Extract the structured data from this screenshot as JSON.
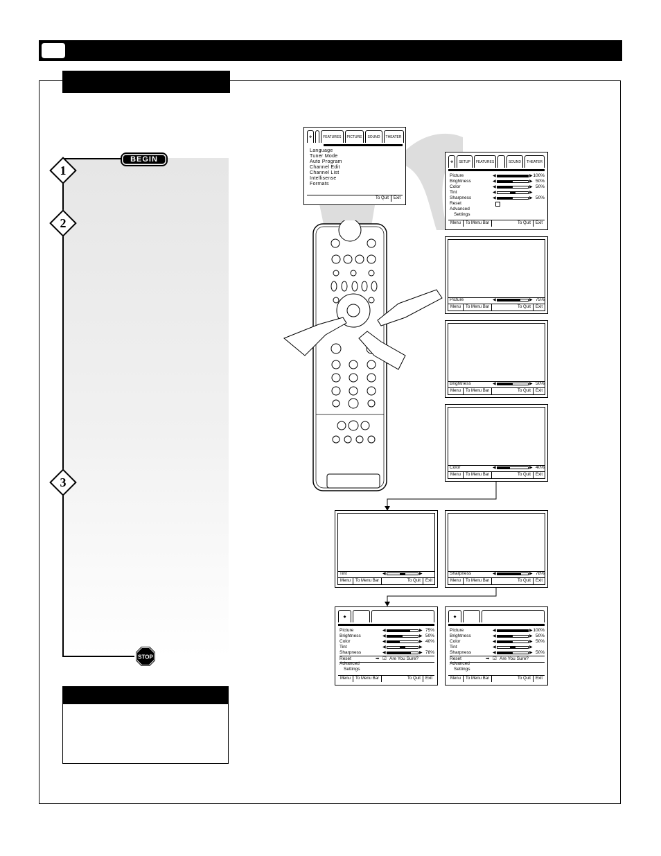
{
  "badges": {
    "begin": "BEGIN",
    "stop": "STOP"
  },
  "steps": [
    "1",
    "2",
    "3"
  ],
  "colors": {
    "ink": "#000000",
    "panel": "#e6e6e6",
    "paper": "#ffffff"
  },
  "main_menu": {
    "tabs": [
      "FEATURES",
      "PICTURE",
      "SOUND",
      "THEATER"
    ],
    "items": [
      "Language",
      "Tuner Mode",
      "Auto Program",
      "Channel Edit",
      "Channel List",
      "Intellisense",
      "Formats"
    ],
    "footer": [
      "To Quit",
      "Exit"
    ]
  },
  "picture_menu": {
    "tabs": [
      "SETUP",
      "FEATURES",
      "SOUND",
      "THEATER"
    ],
    "items": [
      {
        "label": "Picture",
        "value": 100,
        "pct": "100%"
      },
      {
        "label": "Brightness",
        "value": 50,
        "pct": "50%"
      },
      {
        "label": "Color",
        "value": 50,
        "pct": "50%"
      },
      {
        "label": "Tint",
        "value": 50,
        "pct": ""
      },
      {
        "label": "Sharpness",
        "value": 50,
        "pct": "50%"
      }
    ],
    "reset": "Reset",
    "advanced": "Advanced",
    "settings": "Settings"
  },
  "footer": {
    "menu": "Menu",
    "bar": "To Menu Bar",
    "quit": "To Quit",
    "exit": "Exit"
  },
  "sliders": [
    {
      "label": "Picture",
      "value": 75,
      "pct": "75%"
    },
    {
      "label": "Brightness",
      "value": 50,
      "pct": "50%"
    },
    {
      "label": "Color",
      "value": 40,
      "pct": "40%"
    },
    {
      "label": "Tint",
      "value": 50,
      "pct": ""
    },
    {
      "label": "Sharpness",
      "value": 78,
      "pct": "78%"
    }
  ],
  "reset_menu_a": {
    "items": [
      {
        "label": "Picture",
        "value": 75,
        "pct": "75%"
      },
      {
        "label": "Brightness",
        "value": 50,
        "pct": "50%"
      },
      {
        "label": "Color",
        "value": 40,
        "pct": "40%"
      },
      {
        "label": "Tint",
        "value": 50,
        "pct": ""
      },
      {
        "label": "Sharpness",
        "value": 78,
        "pct": "78%"
      }
    ],
    "confirm": "Are You Sure?"
  },
  "reset_menu_b": {
    "items": [
      {
        "label": "Picture",
        "value": 100,
        "pct": "100%"
      },
      {
        "label": "Brightness",
        "value": 50,
        "pct": "50%"
      },
      {
        "label": "Color",
        "value": 50,
        "pct": "50%"
      },
      {
        "label": "Tint",
        "value": 50,
        "pct": ""
      },
      {
        "label": "Sharpness",
        "value": 50,
        "pct": "50%"
      }
    ],
    "confirm": "Are You Sure?"
  }
}
